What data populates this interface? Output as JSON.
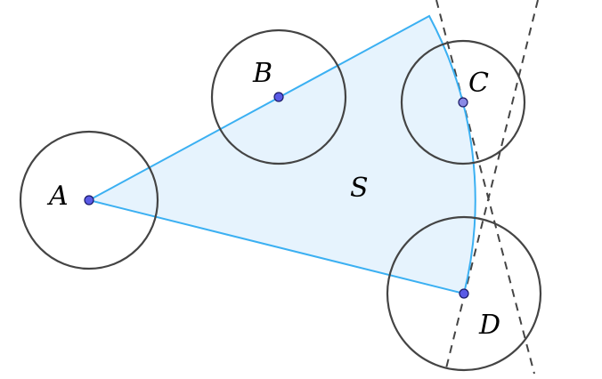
{
  "labels": {
    "A": "A",
    "B": "B",
    "C": "C",
    "D": "D",
    "S": "S"
  },
  "colors": {
    "sector_fill": "#e6f3fd",
    "sector_stroke": "#3bb0f2",
    "circle_stroke": "#444444",
    "point_fill": "#5a5ae6",
    "point_fill_C": "#8a8ae6",
    "dashed_line": "#444444"
  }
}
